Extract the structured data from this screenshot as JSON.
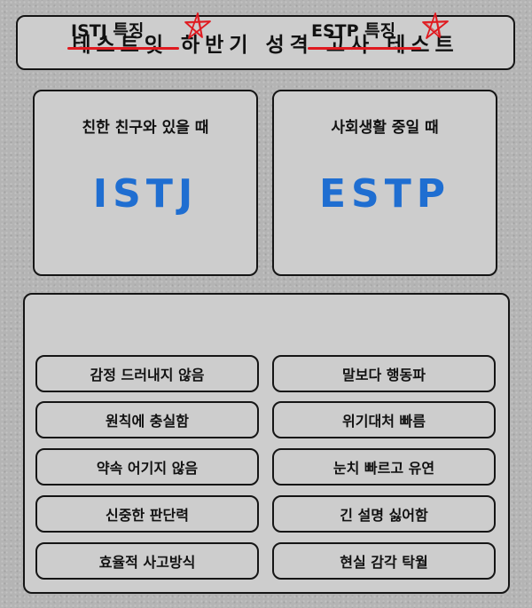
{
  "title": "테스트잇 하반기 성격 고사 테스트",
  "panels": {
    "friends": {
      "label": "친한 친구와 있을 때",
      "type": "ISTJ"
    },
    "social": {
      "label": "사회생활 중일 때",
      "type": "ESTP"
    }
  },
  "traits": {
    "istj": {
      "heading": "ISTJ 특징",
      "items": [
        "감정 드러내지 않음",
        "원칙에 충실함",
        "약속 어기지 않음",
        "신중한 판단력",
        "효율적 사고방식"
      ]
    },
    "estp": {
      "heading": "ESTP 특징",
      "items": [
        "말보다 행동파",
        "위기대처 빠름",
        "눈치 빠르고 유연",
        "긴 설명 싫어함",
        "현실 감각 탁월"
      ]
    }
  },
  "colors": {
    "type_blue": "#1f6ed1",
    "accent_red": "#e0191f",
    "box_fill": "#cdcdcd",
    "background": "#b4b4b4"
  },
  "icons": {
    "heading_mark": "star-icon"
  }
}
